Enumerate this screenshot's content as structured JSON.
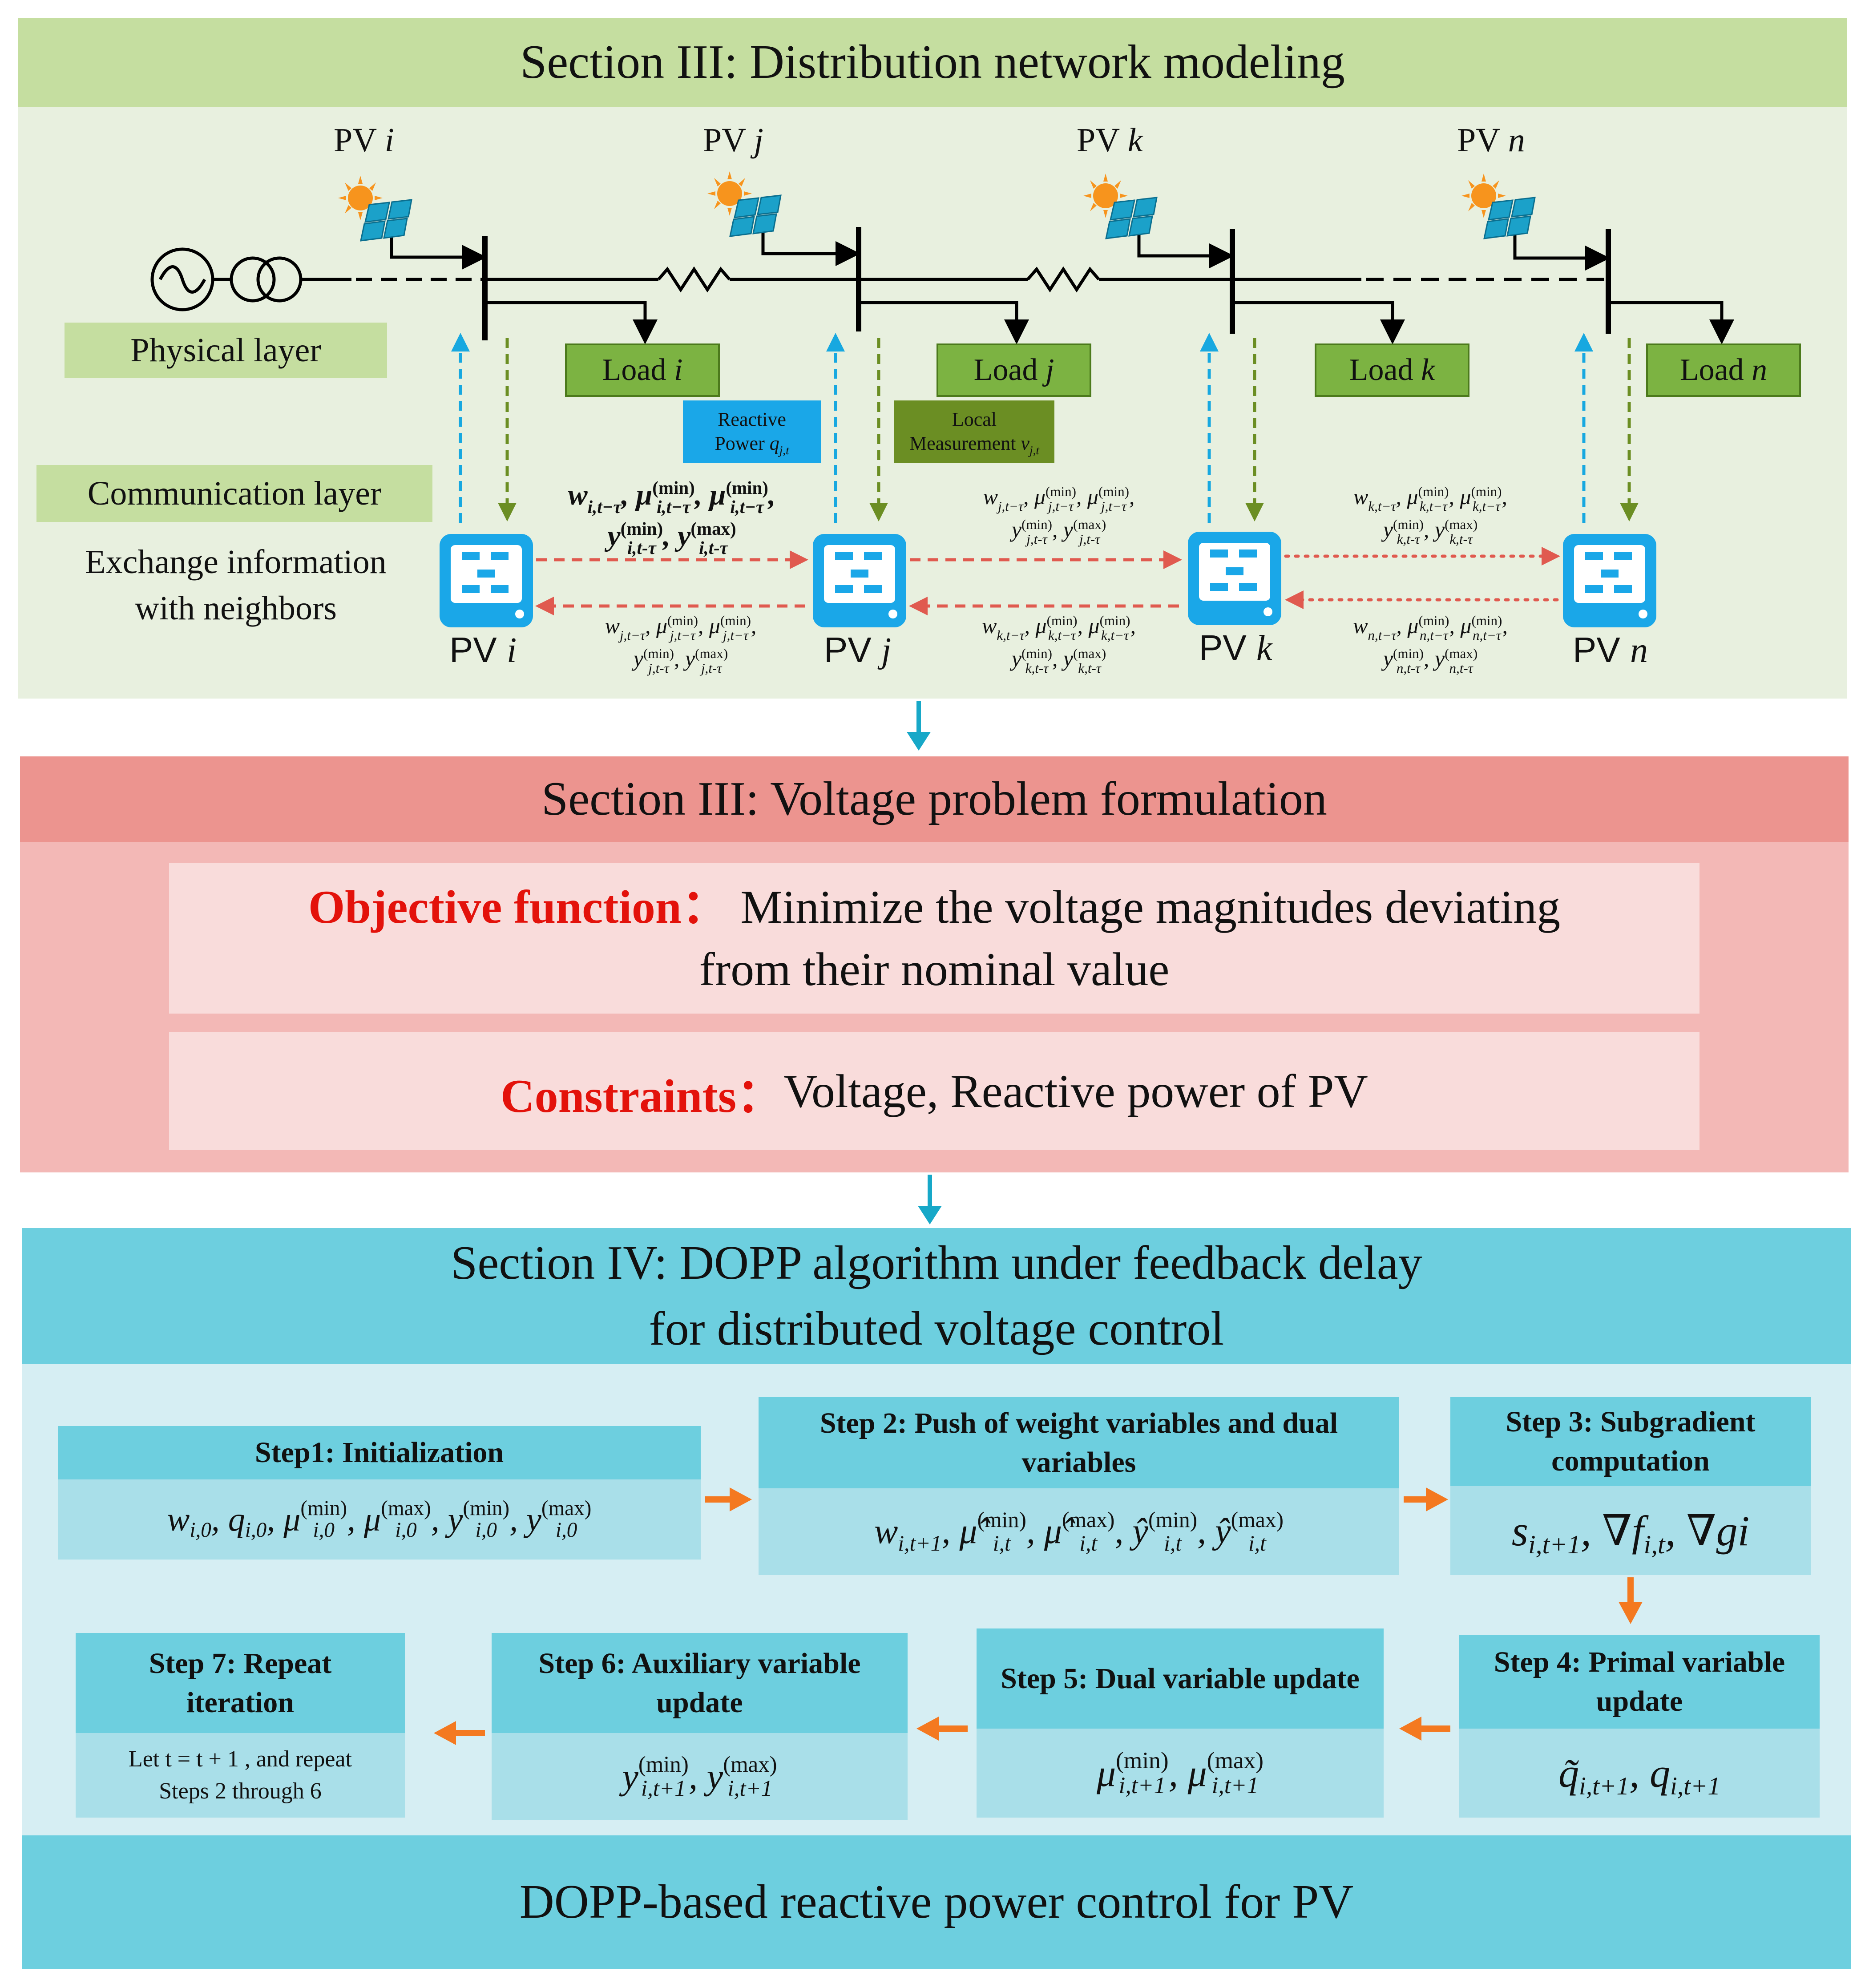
{
  "section1": {
    "title": "Section III: Distribution network modeling",
    "physical_layer": "Physical layer",
    "communication_layer": "Communication layer",
    "exchange_note": "Exchange information with neighbors",
    "pv_top": [
      {
        "prefix": "PV",
        "var": "i"
      },
      {
        "prefix": "PV",
        "var": "j"
      },
      {
        "prefix": "PV",
        "var": "k"
      },
      {
        "prefix": "PV",
        "var": "n"
      }
    ],
    "loads": [
      {
        "prefix": "Load",
        "var": "i"
      },
      {
        "prefix": "Load",
        "var": "j"
      },
      {
        "prefix": "Load",
        "var": "k"
      },
      {
        "prefix": "Load",
        "var": "n"
      }
    ],
    "reactive_label": {
      "line1": "Reactive",
      "line2": "Power",
      "var": "q",
      "sub": "j,t"
    },
    "local_label": {
      "line1": "Local",
      "line2": "Measurement",
      "var": "v",
      "sub": "j,t"
    },
    "pv_bottom": [
      {
        "prefix": "PV",
        "var": "i"
      },
      {
        "prefix": "PV",
        "var": "j"
      },
      {
        "prefix": "PV",
        "var": "k"
      },
      {
        "prefix": "PV",
        "var": "n"
      }
    ],
    "messages_forward": [
      {
        "node": "i",
        "line1": "w_{i,t−τ}, μ_{i,t−τ}^{(min)}, μ_{i,t−τ}^{(min)},",
        "line2": "y_{i,t-τ}^{(min)}, y_{i,t-τ}^{(max)}"
      },
      {
        "node": "j",
        "line1": "w_{j,t−τ}, μ_{j,t−τ}^{(min)}, μ_{j,t−τ}^{(min)},",
        "line2": "y_{j,t-τ}^{(min)}, y_{j,t-τ}^{(max)}"
      },
      {
        "node": "k",
        "line1": "w_{k,t−τ}, μ_{k,t−τ}^{(min)}, μ_{k,t−τ}^{(min)},",
        "line2": "y_{k,t-τ}^{(min)}, y_{k,t-τ}^{(max)}"
      }
    ],
    "messages_backward": [
      {
        "node": "j",
        "line1": "w_{j,t−τ}, μ_{j,t−τ}^{(min)}, μ_{j,t−τ}^{(min)},",
        "line2": "y_{j,t-τ}^{(min)}, y_{j,t-τ}^{(max)}"
      },
      {
        "node": "k",
        "line1": "w_{k,t−τ}, μ_{k,t−τ}^{(min)}, μ_{k,t−τ}^{(min)},",
        "line2": "y_{k,t-τ}^{(min)}, y_{k,t-τ}^{(max)}"
      },
      {
        "node": "n",
        "line1": "w_{n,t−τ}, μ_{n,t−τ}^{(min)}, μ_{n,t−τ}^{(min)},",
        "line2": "y_{n,t-τ}^{(min)}, y_{n,t-τ}^{(max)}"
      }
    ]
  },
  "section2": {
    "title": "Section III: Voltage problem formulation",
    "objective_label": "Objective function：",
    "objective_text_1": "Minimize the voltage magnitudes deviating",
    "objective_text_2": "from their nominal value",
    "constraints_label": "Constraints：",
    "constraints_text": "Voltage, Reactive power of PV"
  },
  "section3": {
    "title_1": "Section IV:  DOPP algorithm under feedback delay",
    "title_2": "for distributed voltage control",
    "steps": [
      {
        "title": "Step1: Initialization",
        "vars": "w_{i,0}, q_{i,0}, μ_{i,0}^{(min)}, μ_{i,0}^{(max)}, y_{i,0}^{(min)}, y_{i,0}^{(max)}"
      },
      {
        "title": "Step 2: Push of weight variables and dual variables",
        "vars": "w_{i,t+1}, μ̂_{i,t}^{(min)}, μ̂_{i,t}^{(max)}, ŷ_{i,t}^{(min)}, ŷ_{i,t}^{(max)}"
      },
      {
        "title": "Step 3: Subgradient computation",
        "vars": "s_{i,t+1}, ∇f_{i,t}, ∇g_i"
      },
      {
        "title": "Step 4: Primal variable update",
        "vars": "q̃_{i,t+1}, q_{i,t+1}"
      },
      {
        "title": "Step 5: Dual variable update",
        "vars": "μ_{i,t+1}^{(min)}, μ_{i,t+1}^{(max)}"
      },
      {
        "title": "Step 6: Auxiliary variable update",
        "vars": "y_{i,t+1}^{(min)}, y_{i,t+1}^{(max)}"
      },
      {
        "title": "Step 7: Repeat iteration",
        "vars": "Let t = t + 1 , and repeat Steps 2 through 6"
      }
    ],
    "footer": "DOPP-based reactive power control for PV"
  },
  "colors": {
    "green_header": "#c5dea0",
    "green_body": "#e8f0df",
    "red_header": "#ec948f",
    "red_body": "#f3b8b6",
    "pink_box": "#f9dcdb",
    "teal_header": "#6dcfdf",
    "teal_body": "#d6eef3",
    "orange_arrow": "#f47920",
    "blue_arrow": "#17a8e0",
    "olive_arrow": "#6b8e23",
    "red_dashed": "#e05a4f"
  }
}
